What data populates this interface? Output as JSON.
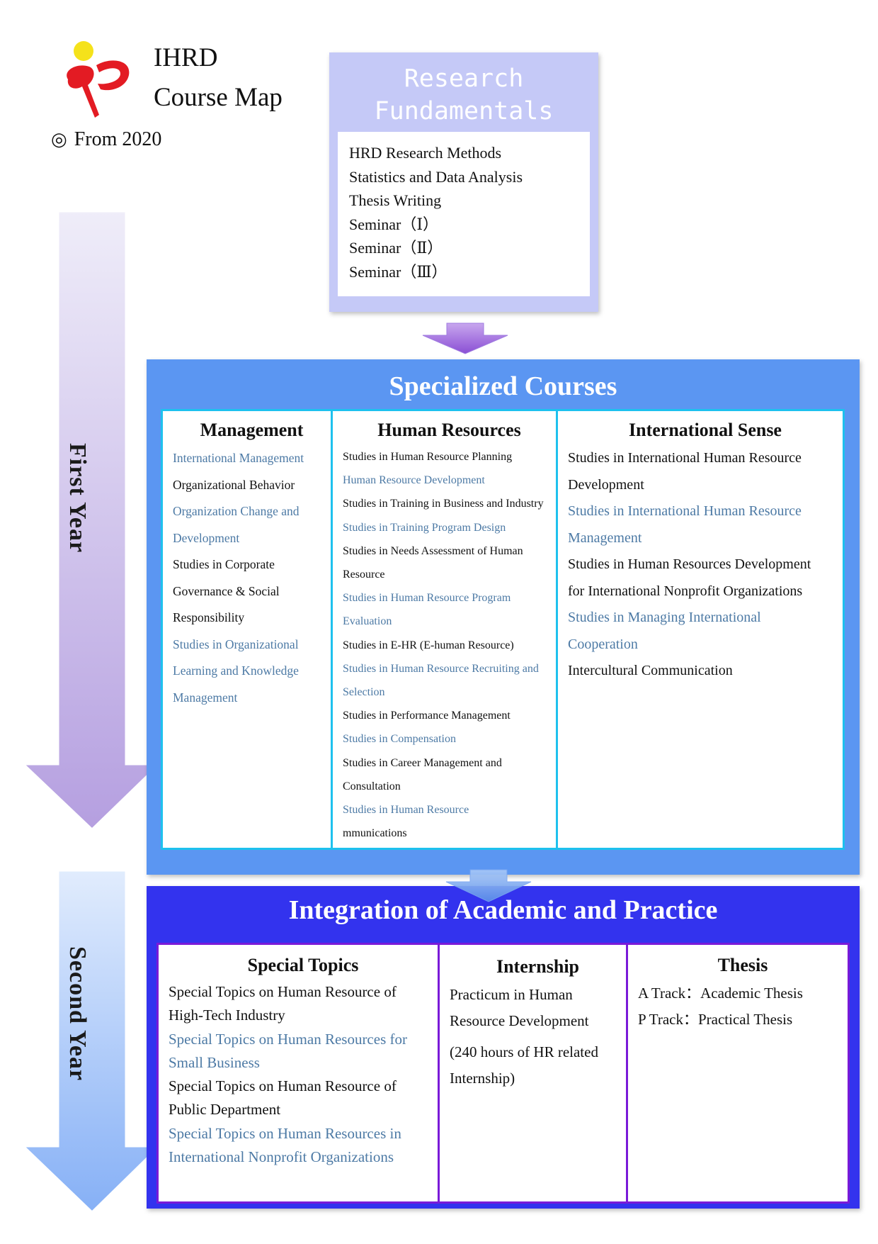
{
  "header": {
    "title": "IHRD",
    "subtitle": "Course Map",
    "from_mark": "◎",
    "from_text": "From 2020",
    "logo_colors": {
      "circle": "#f5e21b",
      "shape": "#e31b23"
    }
  },
  "research_fundamentals": {
    "title": "Research\nFundamentals",
    "courses": [
      "HRD Research Methods",
      "Statistics and Data Analysis",
      "Thesis Writing",
      "Seminar（Ⅰ）",
      "Seminar（Ⅱ）",
      "Seminar（Ⅲ）"
    ]
  },
  "specialized_courses": {
    "title": "Specialized Courses",
    "management": {
      "heading": "Management",
      "items": [
        {
          "text": "International Management",
          "color": "blue"
        },
        {
          "text": "Organizational Behavior",
          "color": "dark"
        },
        {
          "text": "Organization Change and\nDevelopment",
          "color": "blue"
        },
        {
          "text": "Studies in Corporate\nGovernance & Social\nResponsibility",
          "color": "dark"
        },
        {
          "text": "Studies in Organizational\nLearning and Knowledge\nManagement",
          "color": "blue"
        }
      ]
    },
    "human_resources": {
      "heading": "Human Resources",
      "items": [
        {
          "text": "Studies in Human Resource Planning",
          "color": "dark"
        },
        {
          "text": "Human Resource Development",
          "color": "blue"
        },
        {
          "text": "Studies in Training in Business and Industry",
          "color": "dark"
        },
        {
          "text": "Studies in Training Program Design",
          "color": "blue"
        },
        {
          "text": "Studies in Needs Assessment of Human\nResource",
          "color": "dark"
        },
        {
          "text": "Studies in Human Resource Program\nEvaluation",
          "color": "blue"
        },
        {
          "text": "Studies in E-HR (E-human Resource)",
          "color": "dark"
        },
        {
          "text": "Studies in Human Resource Recruiting and\nSelection",
          "color": "blue"
        },
        {
          "text": "Studies in Performance Management",
          "color": "dark"
        },
        {
          "text": "Studies in Compensation",
          "color": "blue"
        },
        {
          "text": "Studies in Career Management and\nConsultation",
          "color": "dark"
        },
        {
          "text": "Studies in Human Resource",
          "color": "blue"
        },
        {
          "text": "mmunications",
          "color": "dark"
        }
      ]
    },
    "international_sense": {
      "heading": "International Sense",
      "items": [
        {
          "text": "Studies in International Human Resource\nDevelopment",
          "color": "dark"
        },
        {
          "text": "Studies in International Human Resource\nManagement",
          "color": "blue"
        },
        {
          "text": "Studies in Human Resources Development\nfor International Nonprofit Organizations",
          "color": "dark"
        },
        {
          "text": "Studies in Managing International\nCooperation",
          "color": "blue"
        },
        {
          "text": "Intercultural Communication",
          "color": "dark"
        }
      ]
    }
  },
  "integration": {
    "title": "Integration of Academic and Practice",
    "special_topics": {
      "heading": "Special Topics",
      "items": [
        {
          "text": "Special Topics on Human Resource of\nHigh-Tech Industry",
          "color": "dark"
        },
        {
          "text": "Special Topics on Human Resources for\nSmall Business",
          "color": "blue"
        },
        {
          "text": "Special Topics on Human Resource of\nPublic Department",
          "color": "dark"
        },
        {
          "text": "Special Topics on Human Resources in\nInternational Nonprofit Organizations",
          "color": "blue"
        }
      ]
    },
    "internship": {
      "heading": "Internship",
      "items": [
        "Practicum in Human\nResource Development",
        "(240 hours of HR related\nInternship)"
      ]
    },
    "thesis": {
      "heading": "Thesis",
      "items": [
        "A Track：Academic Thesis",
        "P Track：Practical Thesis"
      ]
    }
  },
  "timeline": {
    "first_year": "First Year",
    "second_year": "Second Year"
  },
  "colors": {
    "research_box": "#c5c9f7",
    "specialized_panel": "#5b96f2",
    "specialized_border": "#1ec1ee",
    "integration_panel": "#3333ee",
    "integration_border": "#7a1ad8",
    "blue_text": "#4d7aa5",
    "first_year_arrow_top": "#ece8f8",
    "first_year_arrow_bottom": "#b9a3e2",
    "second_year_arrow_top": "#dbe8fc",
    "second_year_arrow_bottom": "#8ab3f6"
  }
}
